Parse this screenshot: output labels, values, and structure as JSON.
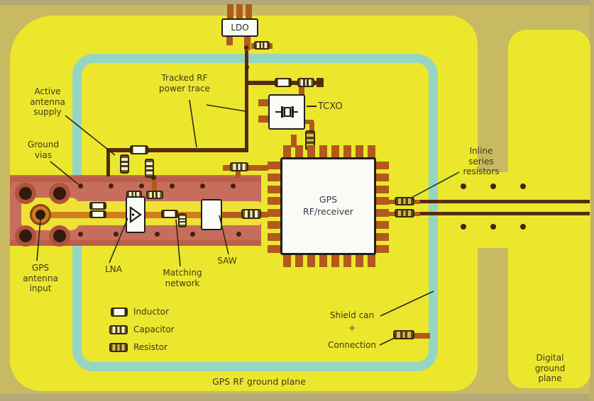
{
  "labels": {
    "ldo": "LDO",
    "tcxo": "TCXO",
    "tracked_rf": "Tracked RF\npower trace",
    "active_antenna": "Active\nantenna\nsupply",
    "ground_vias": "Ground\nvias",
    "gps_antenna_input": "GPS\nantenna\ninput",
    "lna": "LNA",
    "matching_network": "Matching\nnetwork",
    "saw": "SAW",
    "gps_chip": "GPS\nRF/receiver",
    "inline_series_resistors": "Inline\nseries\nresistors",
    "shield_can": "Shield can",
    "shield_plus": "+",
    "connection": "Connection",
    "gps_rf_ground_plane": "GPS RF ground plane",
    "digital_ground_plane": "Digital\nground\nplane"
  },
  "legend": {
    "items": [
      {
        "icon": "inductor-icon",
        "label": "Inductor"
      },
      {
        "icon": "capacitor-icon",
        "label": "Capacitor"
      },
      {
        "icon": "resistor-icon",
        "label": "Resistor"
      }
    ]
  },
  "colors": {
    "board_yellow": "#ece72d",
    "background_olive": "#c8ba62",
    "shield_teal": "#95d6c2",
    "rf_section_salmon": "#c66e5b",
    "copper": "#b2591c",
    "trace_dark": "#572a0e",
    "text": "#3f3820"
  }
}
